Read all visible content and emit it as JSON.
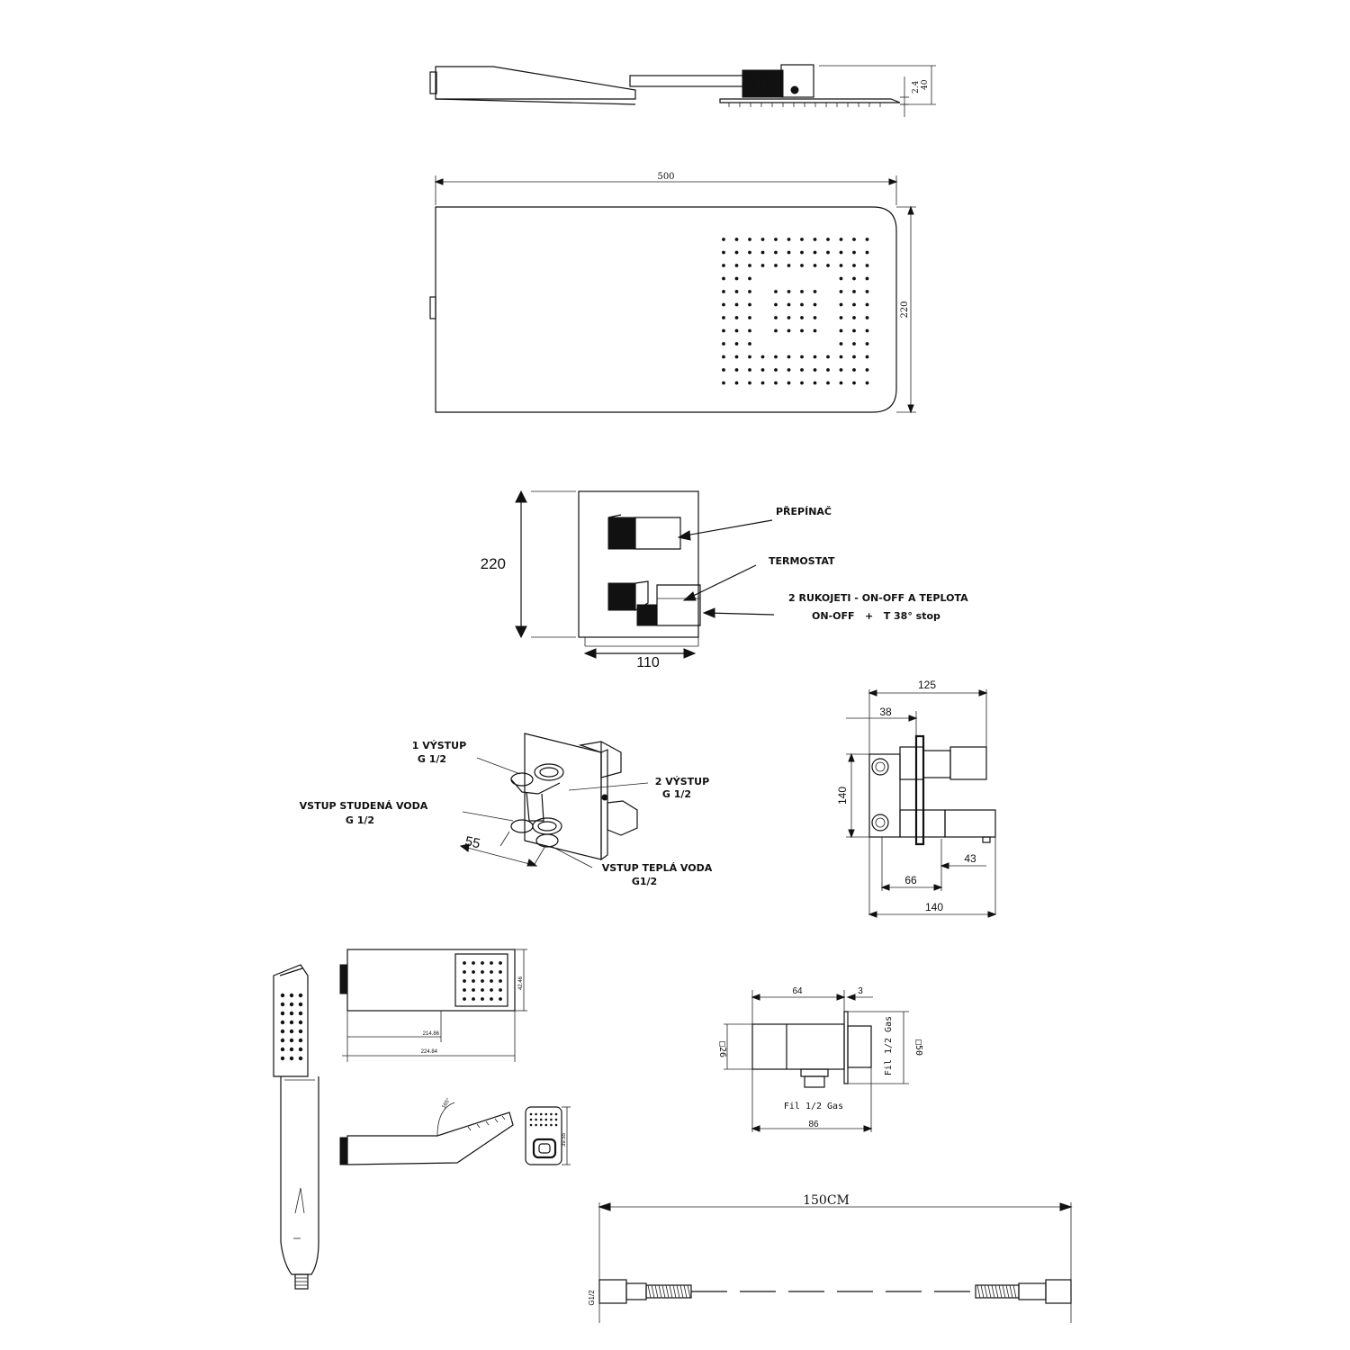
{
  "shower_head": {
    "dim_height": "40",
    "dim_thickness": "2.4",
    "dim_width": "500",
    "dim_depth": "220"
  },
  "valve_front": {
    "dim_height": "220",
    "dim_width": "110",
    "label_diverter": "PŘEPÍNAČ",
    "label_thermostat": "TERMOSTAT",
    "label_handles": "2 RUKOJETI - ON-OFF A TEPLOTA",
    "label_stop": "ON-OFF   +   T 38° stop"
  },
  "valve_iso": {
    "outlet1": "1 VÝSTUP",
    "outlet1_thread": "G 1/2",
    "outlet2": "2 VÝSTUP",
    "outlet2_thread": "G 1/2",
    "cold_inlet": "VSTUP STUDENÁ VODA",
    "cold_thread": "G 1/2",
    "hot_inlet": "VSTUP TEPLÁ VODA",
    "hot_thread": "G1/2",
    "dim_55": "55"
  },
  "valve_side": {
    "dim_125": "125",
    "dim_38": "38",
    "dim_140_v": "140",
    "dim_43": "43",
    "dim_66": "66",
    "dim_140_h": "140"
  },
  "hand_shower": {
    "dim_height": "42.46",
    "dim_length_inner": "214.86",
    "dim_length_outer": "224.84",
    "dim_angle": "165°",
    "dim_side": "39.55"
  },
  "wall_outlet": {
    "dim_64": "64",
    "dim_3": "3",
    "dim_26": "□26",
    "dim_50": "□50",
    "thread_side": "Fil 1/2 Gas",
    "thread_bottom": "Fil 1/2 Gas",
    "dim_86": "86"
  },
  "hose": {
    "length": "150CM",
    "thread": "G1/2"
  }
}
